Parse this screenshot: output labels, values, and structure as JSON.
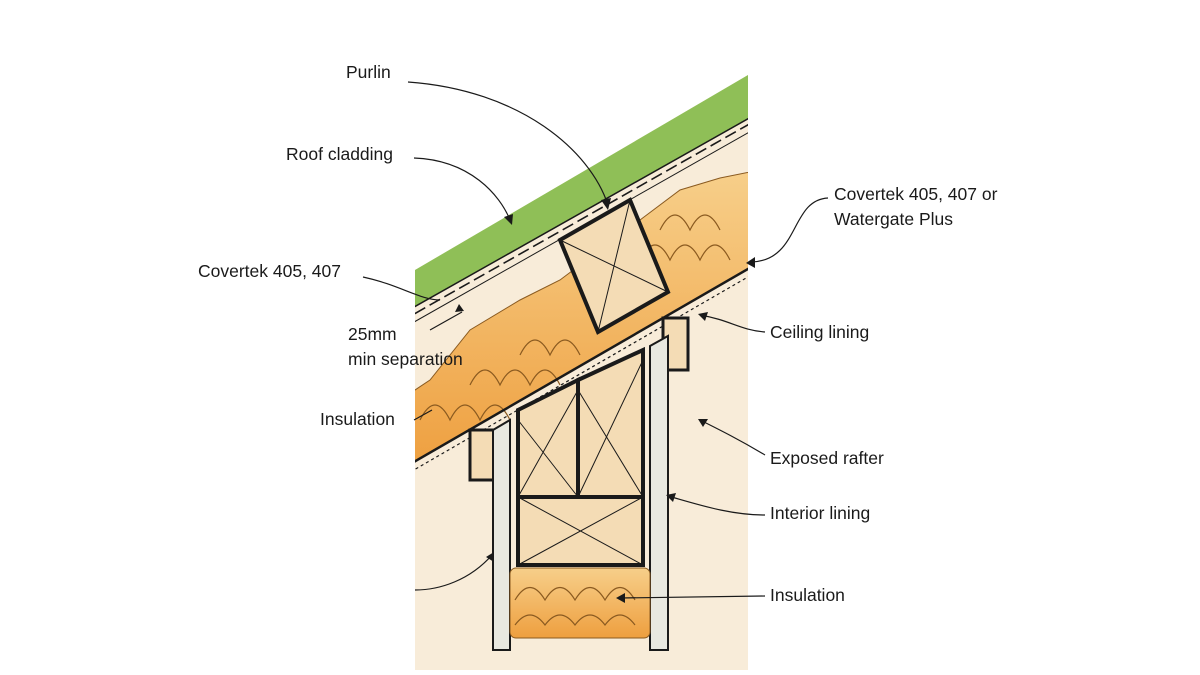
{
  "diagram": {
    "labels": {
      "purlin": "Purlin",
      "roof_cladding": "Roof cladding",
      "covertek_upper_line1": "Covertek 405, 407 or",
      "covertek_upper_line2": "Watergate Plus",
      "covertek_lower": "Covertek 405, 407",
      "separation_line1": "25mm",
      "separation_line2": "min separation",
      "ceiling_lining": "Ceiling lining",
      "insulation_left": "Insulation",
      "exposed_rafter": "Exposed rafter",
      "interior_lining": "Interior lining",
      "insulation_bottom": "Insulation"
    },
    "colors": {
      "cladding": "#8fbf57",
      "timber": "#f4dcb5",
      "insulation": "#f2b05a",
      "background_panel": "#f8ecd9",
      "outline": "#1a1a1a"
    }
  }
}
